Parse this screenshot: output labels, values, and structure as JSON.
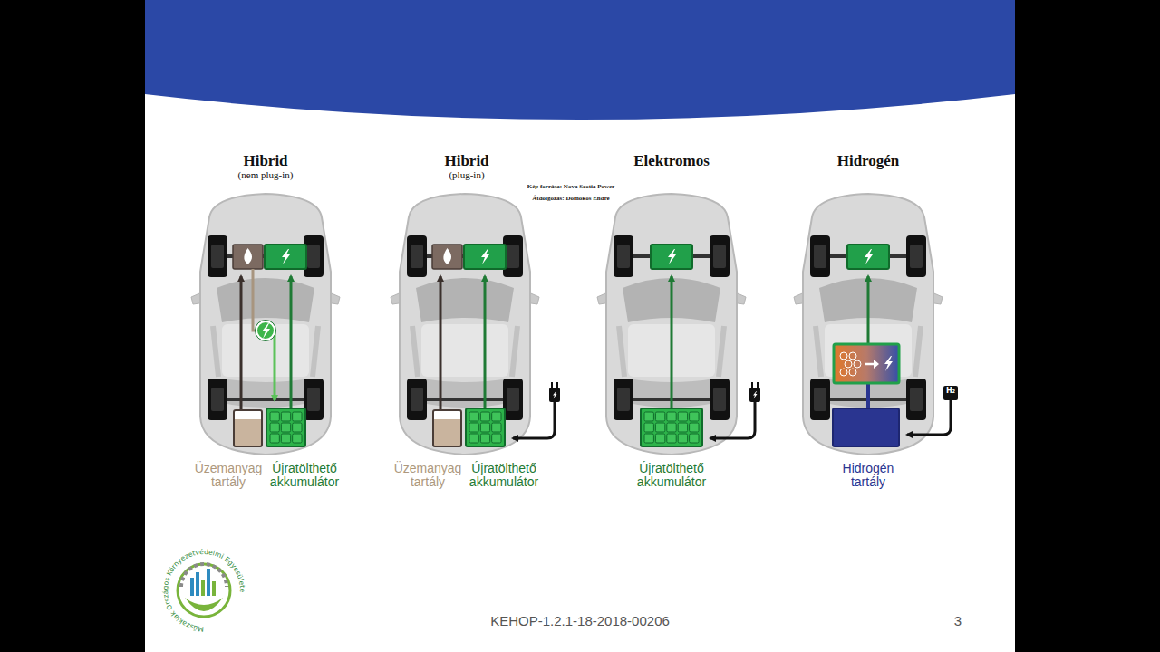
{
  "diagram": {
    "nodes": [
      {
        "text": [
          "Üzemanyag tartály"
        ]
      },
      {
        "text": [
          "Újratölthető akkumulátor"
        ]
      },
      {
        "text": [
          "Üzemanyag tartály"
        ]
      },
      {
        "text": [
          "Újratölthető akkumulátor"
        ]
      },
      {
        "text": [
          "Újratölthető akkumulátor"
        ]
      },
      {
        "text": [
          "Hidrogén tartály"
        ]
      }
    ],
    "labels": [
      "Hibrid",
      "(nem plug-in)",
      "Hibrid",
      "(plug-in)",
      "Kép forrása: Nova Scotia Power",
      "Átdolgozás: Domokos Endre",
      "Elektromos",
      "Hidrogén",
      "H₂",
      "KEHOP-1.2.1-18-2018-00206",
      "3",
      "Műszakiak Országos Környezetvédelmi Egyesülete"
    ]
  }
}
